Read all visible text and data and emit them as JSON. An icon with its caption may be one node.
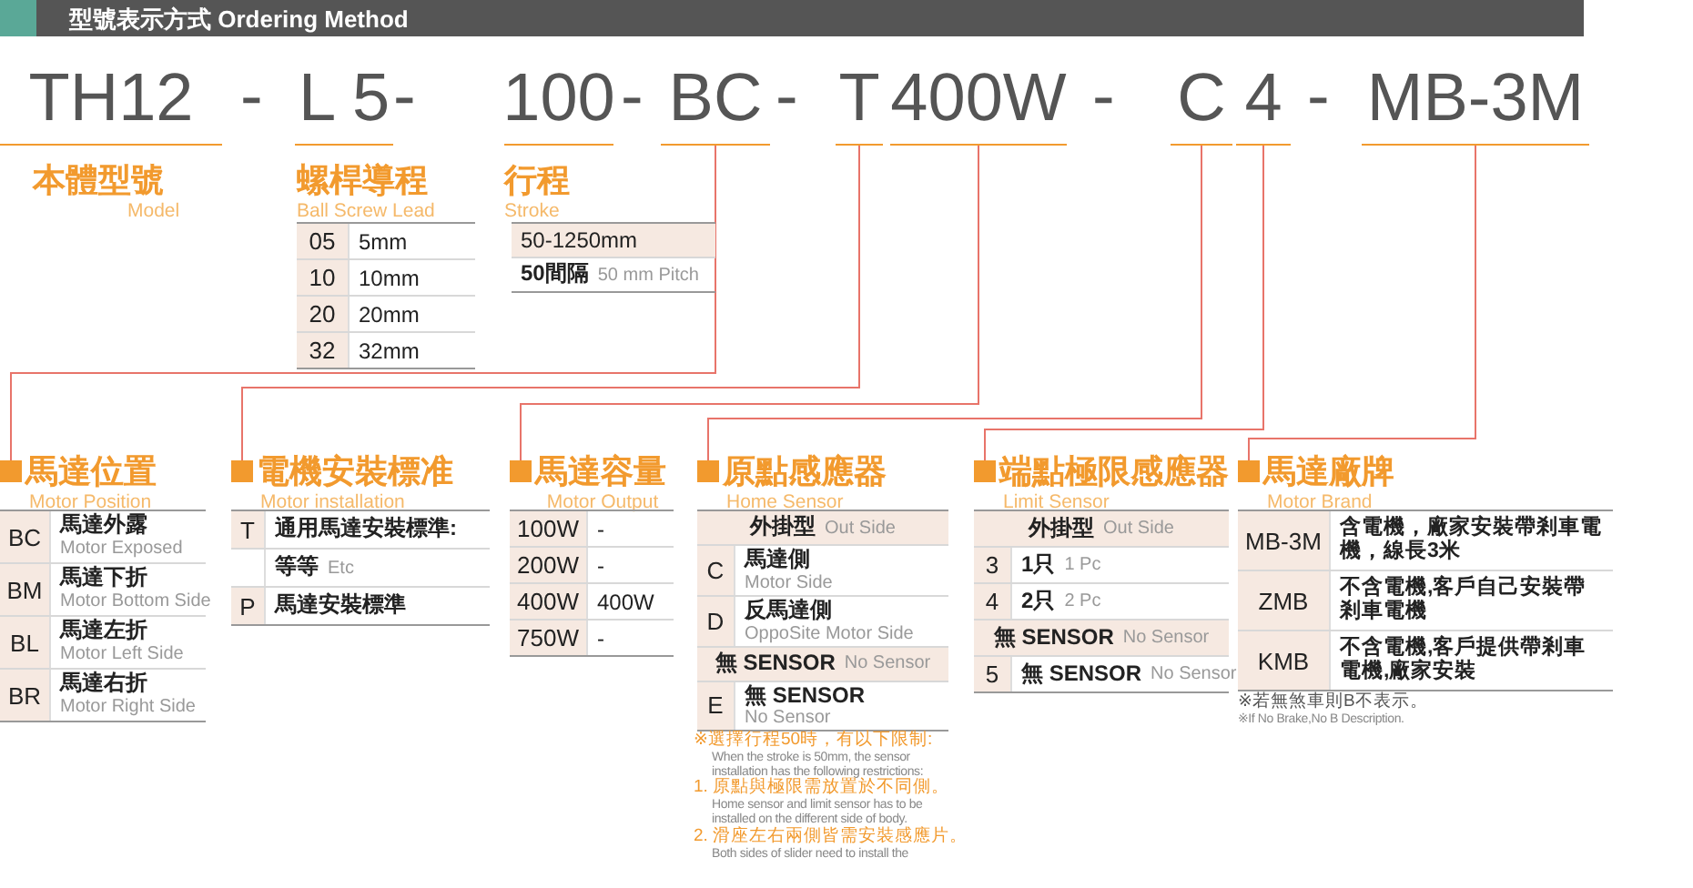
{
  "diagram": {
    "title": "型號表示方式 Ordering Method",
    "nodes": [
      {
        "text": [
          "TH12"
        ]
      },
      {
        "text": [
          "L 5"
        ]
      },
      {
        "text": [
          "100"
        ]
      },
      {
        "text": [
          "BC"
        ]
      },
      {
        "text": [
          "T"
        ]
      },
      {
        "text": [
          "400W"
        ]
      },
      {
        "text": [
          "C"
        ]
      },
      {
        "text": [
          "4"
        ]
      },
      {
        "text": [
          "MB-3M"
        ]
      },
      {
        "text": [
          "本體型號",
          "Model"
        ]
      },
      {
        "text": [
          "螺桿導程",
          "Ball Screw Lead"
        ]
      },
      {
        "text": [
          "行程",
          "Stroke"
        ]
      },
      {
        "text": [
          "馬達位置",
          "Motor Position"
        ]
      },
      {
        "text": [
          "電機安裝標准",
          "Motor installation"
        ]
      },
      {
        "text": [
          "馬達容量",
          "Motor Output"
        ]
      },
      {
        "text": [
          "原點感應器",
          "Home Sensor"
        ]
      },
      {
        "text": [
          "端點極限感應器",
          "Limit Sensor"
        ]
      },
      {
        "text": [
          "馬達廠牌",
          "Motor Brand"
        ]
      }
    ],
    "edges": [
      {
        "from": 3,
        "to": 12,
        "arrow": "none"
      },
      {
        "from": 4,
        "to": 13,
        "arrow": "none"
      },
      {
        "from": 5,
        "to": 14,
        "arrow": "none"
      },
      {
        "from": 6,
        "to": 15,
        "arrow": "none"
      },
      {
        "from": 7,
        "to": 16,
        "arrow": "none"
      },
      {
        "from": 8,
        "to": 17,
        "arrow": "none"
      }
    ],
    "labels": [
      "-",
      "-",
      "-",
      "-",
      "-",
      "-",
      "05",
      "5mm",
      "10",
      "10mm",
      "20",
      "20mm",
      "32",
      "32mm",
      "50-1250mm",
      "50間隔",
      "50 mm Pitch",
      "BC",
      "馬達外露",
      "Motor Exposed",
      "BM",
      "馬達下折",
      "Motor Bottom Side",
      "BL",
      "馬達左折",
      "Motor Left Side",
      "BR",
      "馬達右折",
      "Motor Right Side",
      "T",
      "通用馬達安裝標準:",
      "等等",
      "Etc",
      "P",
      "馬達安裝標準",
      "100W",
      "-",
      "200W",
      "-",
      "400W",
      "400W",
      "750W",
      "-",
      "外掛型",
      "Out Side",
      "C",
      "馬達側",
      "Motor Side",
      "D",
      "反馬達側",
      "OppoSite Motor Side",
      "無 SENSOR",
      "No Sensor",
      "E",
      "無 SENSOR",
      "No Sensor",
      "※選擇行程50時，有以下限制:",
      "When the stroke is 50mm, the sensor installation has the following restrictions:",
      "1. 原點與極限需放置於不同側。",
      "Home sensor and limit sensor has to be installed on the different side of body.",
      "2. 滑座左右兩側皆需安裝感應片。",
      "Both sides of slider need to install the",
      "外掛型",
      "Out Side",
      "3",
      "1只",
      "1 Pc",
      "4",
      "2只",
      "2 Pc",
      "無 SENSOR",
      "No Sensor",
      "5",
      "無 SENSOR",
      "No Sensor",
      "MB-3M",
      "含電機，廠家安裝帶剎車電機，線長3米",
      "ZMB",
      "不含電機,客戶自己安裝帶剎車電機",
      "KMB",
      "不含電機,客戶提供帶剎車電機,廠家安裝",
      "※若無煞車則B不表示。",
      "※If No Brake,No B Description."
    ]
  }
}
